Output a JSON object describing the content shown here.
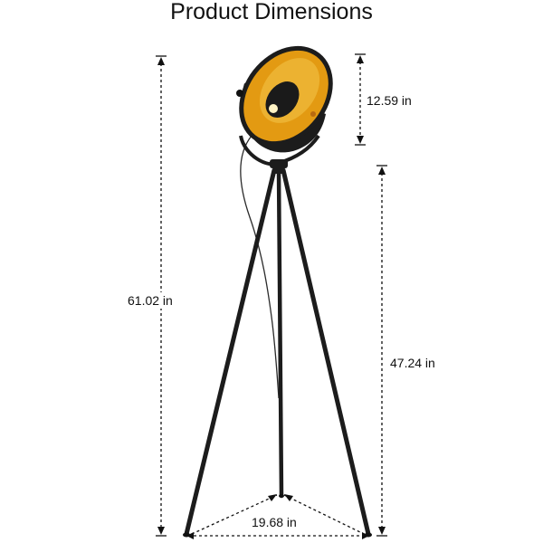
{
  "title": "Product Dimensions",
  "dimensions": {
    "total_height": "61.02 in",
    "shade_height": "12.59 in",
    "base_height": "47.24 in",
    "base_width": "19.68 in"
  },
  "colors": {
    "lamp_body": "#1c1c1c",
    "shade_inner": "#e39a12",
    "shade_highlight": "#f4c64a",
    "dimension_line": "#111111"
  }
}
